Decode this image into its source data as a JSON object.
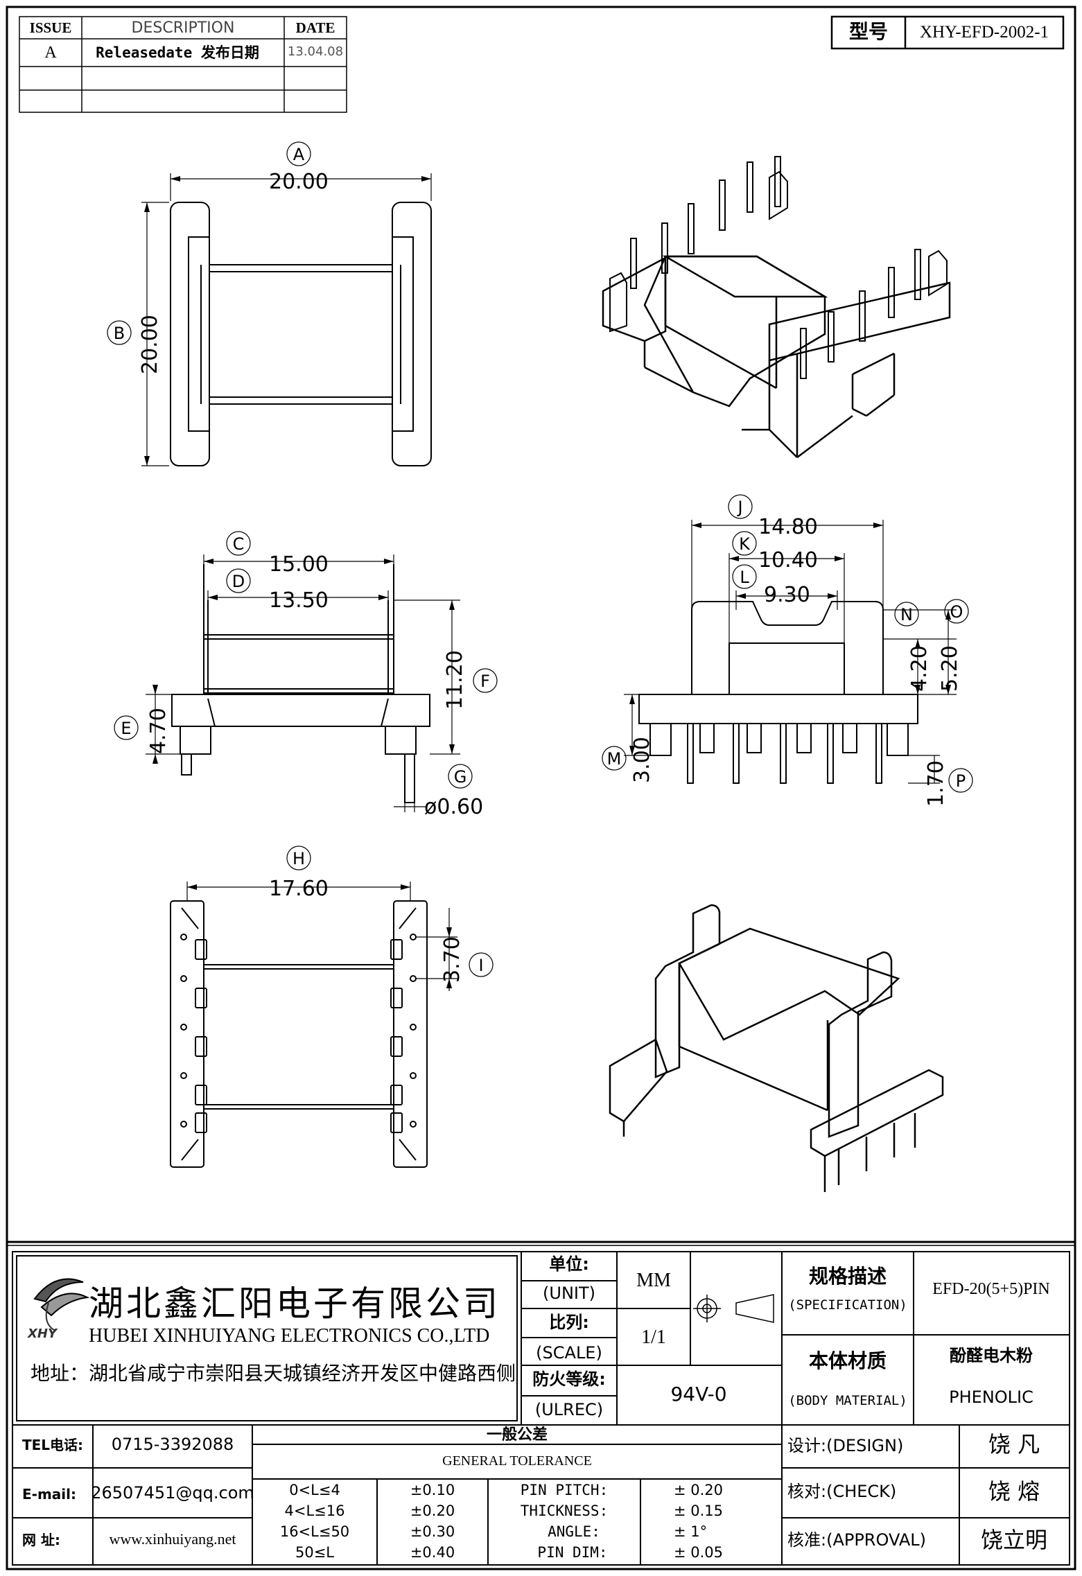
{
  "revision_table": {
    "headers": {
      "issue": "ISSUE",
      "description": "DESCRIPTION",
      "date": "DATE"
    },
    "rows": [
      {
        "issue": "A",
        "description": "Releasedate 发布日期",
        "date": "13.04.08"
      }
    ]
  },
  "model": {
    "label": "型号",
    "value": "XHY-EFD-2002-1"
  },
  "dimensions": {
    "A": "20.00",
    "B": "20.00",
    "C": "15.00",
    "D": "13.50",
    "E": "4.70",
    "F": "11.20",
    "G": "ø0.60",
    "H": "17.60",
    "I": "3.70",
    "J": "14.80",
    "K": "10.40",
    "L": "9.30",
    "N": "4.20",
    "O": "5.20",
    "M": "3.00",
    "P": "1.70"
  },
  "company": {
    "name_cn": "湖北鑫汇阳电子有限公司",
    "name_en": "HUBEI XINHUIYANG ELECTRONICS CO.,LTD",
    "address": "地址：湖北省咸宁市崇阳县天城镇经济开发区中健路西侧",
    "logo_text": "XHY"
  },
  "contact": {
    "tel_label": "TEL电话:",
    "tel": "0715-3392088",
    "email_label": "E-mail:",
    "email": "26507451@qq.com",
    "web_label": "网  址:",
    "web": "www.xinhuiyang.net"
  },
  "unit": {
    "label_cn": "单位:",
    "label_en": "(UNIT)",
    "value": "MM"
  },
  "scale": {
    "label_cn": "比列:",
    "label_en": "(SCALE)",
    "value": "1/1"
  },
  "ulrec": {
    "label_cn": "防火等级:",
    "label_en": "(ULREC)",
    "value": "94V-0"
  },
  "specification": {
    "label_cn": "规格描述",
    "label_en": "(SPECIFICATION)",
    "value": "EFD-20(5+5)PIN"
  },
  "body_material": {
    "label_cn": "本体材质",
    "label_en": "(BODY MATERIAL)",
    "value_cn": "酚醛电木粉",
    "value_en": "PHENOLIC"
  },
  "tolerance": {
    "title_cn": "一般公差",
    "title_en": "GENERAL TOLERANCE",
    "ranges": [
      {
        "range": "0<L≤4",
        "value": "±0.10"
      },
      {
        "range": "4<L≤16",
        "value": "±0.20"
      },
      {
        "range": "16<L≤50",
        "value": "±0.30"
      },
      {
        "range": "50≤L",
        "value": "±0.40"
      }
    ],
    "specs": [
      {
        "label": "PIN PITCH:",
        "value": "±  0.20"
      },
      {
        "label": "THICKNESS:",
        "value": "±  0.15"
      },
      {
        "label": "ANGLE:",
        "value": "±  1°"
      },
      {
        "label": "PIN DIM:",
        "value": "±  0.05"
      }
    ]
  },
  "signatures": {
    "design": {
      "label": "设计:(DESIGN)",
      "name": "饶  凡"
    },
    "check": {
      "label": "核对:(CHECK)",
      "name": "饶  熔"
    },
    "approval": {
      "label": "核准:(APPROVAL)",
      "name": "饶立明"
    }
  }
}
